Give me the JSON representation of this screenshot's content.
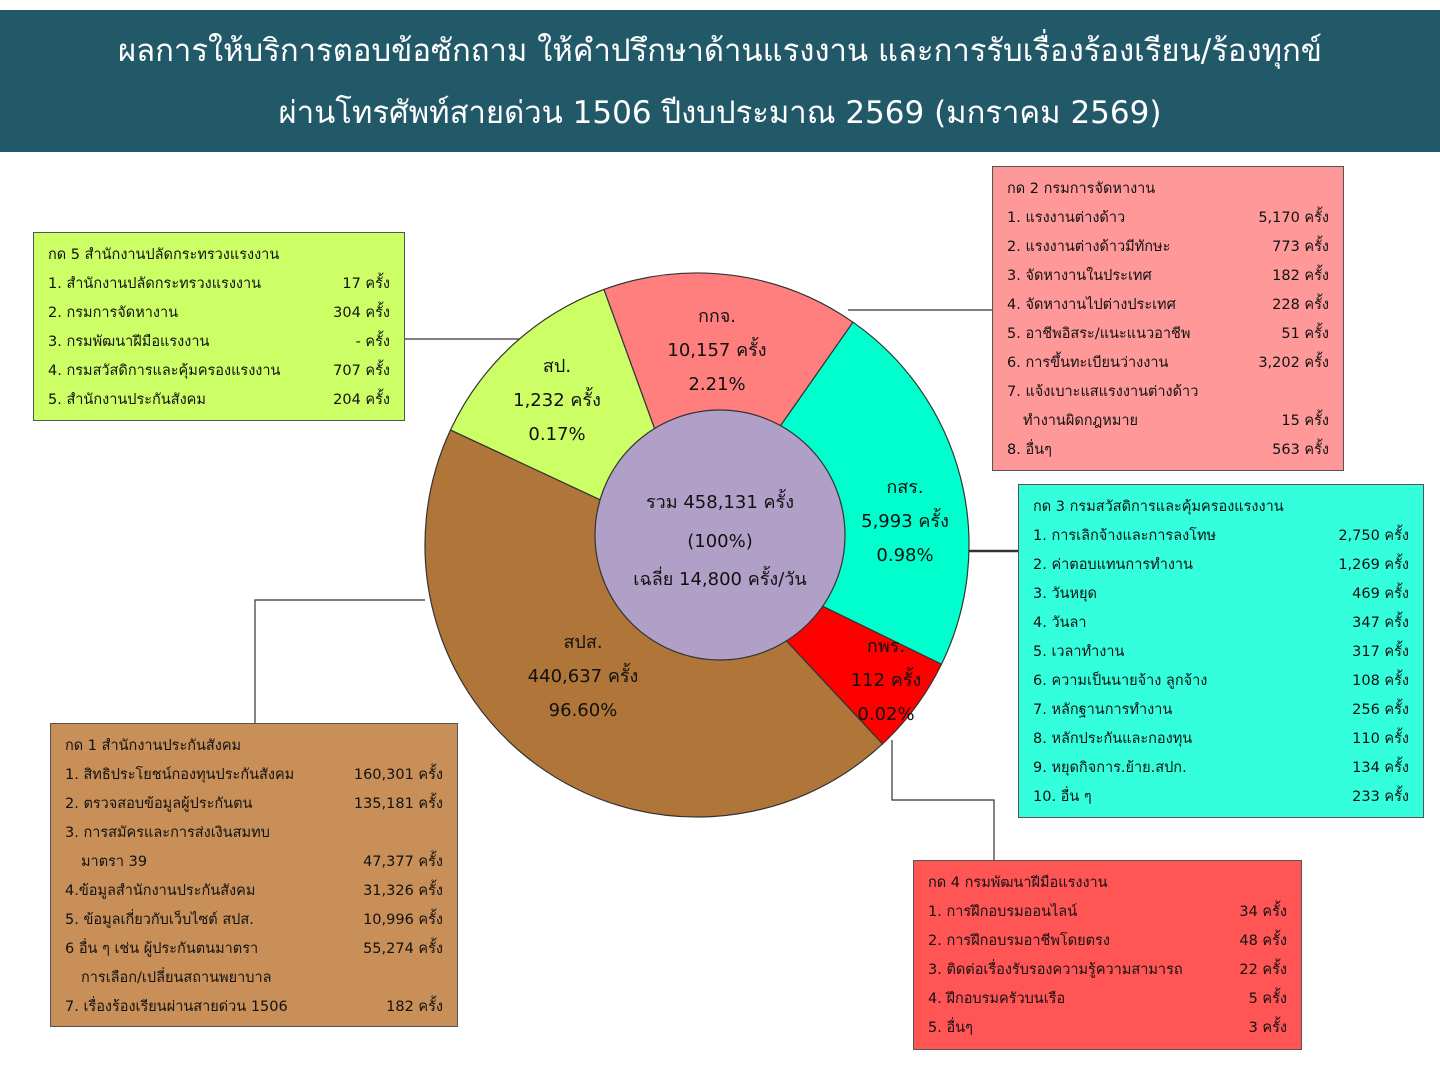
{
  "header": {
    "line1": "ผลการให้บริการตอบข้อซักถาม ให้คำปรึกษาด้านแรงงาน และการรับเรื่องร้องเรียน/ร้องทุกข์",
    "line2": "ผ่านโทรศัพท์สายด่วน 1506 ปีงบประมาณ 2569 (มกราคม 2569)"
  },
  "chart_data": {
    "type": "pie",
    "title": "ผลการให้บริการตอบข้อซักถาม ให้คำปรึกษาด้านแรงงาน และการรับเรื่องร้องเรียน/ร้องทุกข์ ผ่านโทรศัพท์สายด่วน 1506 ปีงบประมาณ 2569 (มกราคม 2569)",
    "center": {
      "total": "รวม 458,131 ครั้ง",
      "pct": "(100%)",
      "avg": "เฉลี่ย 14,800 ครั้ง/วัน"
    },
    "slices": [
      {
        "name": "สป.",
        "value": 1232,
        "value_label": "1,232 ครั้ง",
        "pct": "0.17%",
        "color": "#ccff66"
      },
      {
        "name": "กกจ.",
        "value": 10157,
        "value_label": "10,157 ครั้ง",
        "pct": "2.21%",
        "color": "#ff7f7f"
      },
      {
        "name": "กสร.",
        "value": 5993,
        "value_label": "5,993 ครั้ง",
        "pct": "0.98%",
        "color": "#00ffcc"
      },
      {
        "name": "กพร.",
        "value": 112,
        "value_label": "112 ครั้ง",
        "pct": "0.02%",
        "color": "#ff0000"
      },
      {
        "name": "สปส.",
        "value": 440637,
        "value_label": "440,637 ครั้ง",
        "pct": "96.60%",
        "color": "#b07539"
      }
    ]
  },
  "boxes": {
    "b5": {
      "title": "กด 5 สำนักงานปลัดกระทรวงแรงงาน",
      "rows": [
        [
          "1. สำนักงานปลัดกระทรวงแรงงาน",
          "17 ครั้ง"
        ],
        [
          "2. กรมการจัดหางาน",
          "304 ครั้ง"
        ],
        [
          "3. กรมพัฒนาฝีมือแรงงาน",
          "- ครั้ง"
        ],
        [
          "4. กรมสวัสดิการและคุ้มครองแรงงาน",
          "707 ครั้ง"
        ],
        [
          "5. สำนักงานประกันสังคม",
          "204 ครั้ง"
        ]
      ]
    },
    "b2": {
      "title": "กด 2 กรมการจัดหางาน",
      "rows": [
        [
          "1. แรงงานต่างด้าว",
          "5,170  ครั้ง"
        ],
        [
          "2. แรงงานต่างด้าวมีทักษะ",
          "773  ครั้ง"
        ],
        [
          "3. จัดหางานในประเทศ",
          "182  ครั้ง"
        ],
        [
          "4. จัดหางานไปต่างประเทศ",
          "228 ครั้ง"
        ],
        [
          "5. อาชีพอิสระ/แนะแนวอาชีพ",
          "51  ครั้ง"
        ],
        [
          "6. การขึ้นทะเบียนว่างงาน",
          "3,202 ครั้ง"
        ],
        [
          "7. แจ้งเบาะแสแรงงานต่างด้าว",
          ""
        ],
        [
          "ทำงานผิดกฎหมาย",
          "15 ครั้ง"
        ],
        [
          "8. อื่นๆ",
          "563 ครั้ง"
        ]
      ]
    },
    "b3": {
      "title": "กด 3 กรมสวัสดิการและคุ้มครองแรงงาน",
      "rows": [
        [
          "1. การเลิกจ้างและการลงโทษ",
          "2,750 ครั้ง"
        ],
        [
          "2. ค่าตอบแทนการทำงาน",
          "1,269 ครั้ง"
        ],
        [
          "3. วันหยุด",
          "469 ครั้ง"
        ],
        [
          "4. วันลา",
          "347 ครั้ง"
        ],
        [
          "5. เวลาทำงาน",
          "317 ครั้ง"
        ],
        [
          "6. ความเป็นนายจ้าง ลูกจ้าง",
          "108 ครั้ง"
        ],
        [
          "7. หลักฐานการทำงาน",
          "256 ครั้ง"
        ],
        [
          "8. หลักประกันและกองทุน",
          "110 ครั้ง"
        ],
        [
          "9. หยุดกิจการ.ย้าย.สปก.",
          "134 ครั้ง"
        ],
        [
          "10. อื่น ๆ",
          "233 ครั้ง"
        ]
      ]
    },
    "b1": {
      "title": "กด 1 สำนักงานประกันสังคม",
      "rows": [
        [
          "1. สิทธิประโยชน์กองทุนประกันสังคม",
          "160,301 ครั้ง"
        ],
        [
          "2. ตรวจสอบข้อมูลผู้ประกันตน",
          "135,181 ครั้ง"
        ],
        [
          "3. การสมัครและการส่งเงินสมทบ",
          ""
        ],
        [
          "มาตรา 39",
          "47,377 ครั้ง"
        ],
        [
          "4.ข้อมูลสำนักงานประกันสังคม",
          "31,326 ครั้ง"
        ],
        [
          "5. ข้อมูลเกี่ยวกับเว็บไซต์ สปส.",
          "10,996 ครั้ง"
        ],
        [
          "6 อื่น ๆ เช่น ผู้ประกันตนมาตรา",
          "55,274 ครั้ง"
        ],
        [
          "การเลือก/เปลี่ยนสถานพยาบาล",
          ""
        ],
        [
          "7. เรื่องร้องเรียนผ่านสายด่วน 1506",
          "182 ครั้ง"
        ]
      ]
    },
    "b4": {
      "title": "กด 4 กรมพัฒนาฝีมือแรงงาน",
      "rows": [
        [
          "1. การฝึกอบรมออนไลน์",
          "34 ครั้ง"
        ],
        [
          "2. การฝึกอบรมอาชีพโดยตรง",
          "48 ครั้ง"
        ],
        [
          "3. ติดต่อเรื่องรับรองความรู้ความสามารถ",
          "22 ครั้ง"
        ],
        [
          "4. ฝึกอบรมครัวบนเรือ",
          "5 ครั้ง"
        ],
        [
          "5. อื่นๆ",
          "3 ครั้ง"
        ]
      ]
    }
  }
}
